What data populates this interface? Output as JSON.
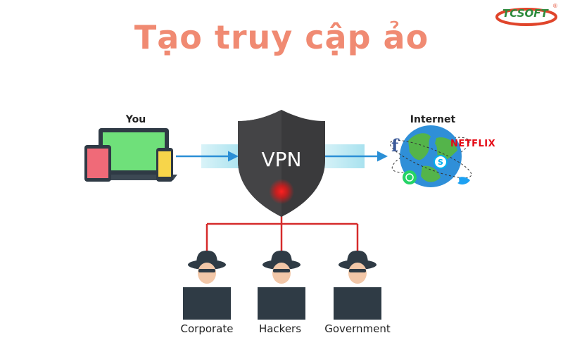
{
  "title": "Tạo truy cập ảo",
  "brand": {
    "name": "TCSOFT",
    "reg_mark": "®"
  },
  "labels": {
    "you": "You",
    "internet": "Internet",
    "vpn": "VPN",
    "corporate": "Corporate",
    "hackers": "Hackers",
    "government": "Government"
  },
  "internet_services": {
    "netflix": "NETFLIX",
    "facebook": "f"
  },
  "colors": {
    "title": "#f08a72",
    "shield": "#3a3a3c",
    "arrow": "#2b8fd6",
    "tunnel": "#bfe9f3",
    "danger_line": "#d62b2b",
    "laptop_screen": "#6fe07a",
    "tablet_screen": "#f06a78",
    "phone_screen": "#f7d54a"
  },
  "icons": [
    "laptop-icon",
    "tablet-icon",
    "phone-icon",
    "globe-icon",
    "vpn-shield-icon",
    "spy-icon",
    "skype-icon",
    "whatsapp-icon",
    "twitter-icon",
    "facebook-icon"
  ]
}
